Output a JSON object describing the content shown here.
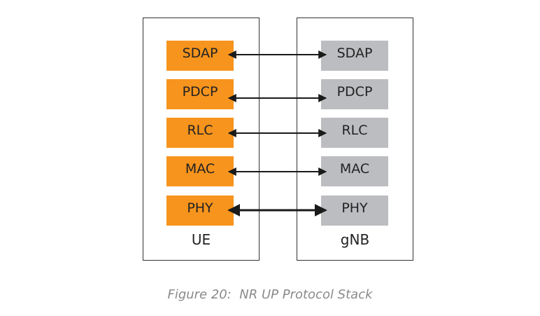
{
  "ue": {
    "label": "UE",
    "color": "#f7941d",
    "layers": [
      "SDAP",
      "PDCP",
      "RLC",
      "MAC",
      "PHY"
    ]
  },
  "gnb": {
    "label": "gNB",
    "color": "#bcbdc0",
    "layers": [
      "SDAP",
      "PDCP",
      "RLC",
      "MAC",
      "PHY"
    ]
  },
  "caption": "Figure 20:  NR UP Protocol Stack"
}
